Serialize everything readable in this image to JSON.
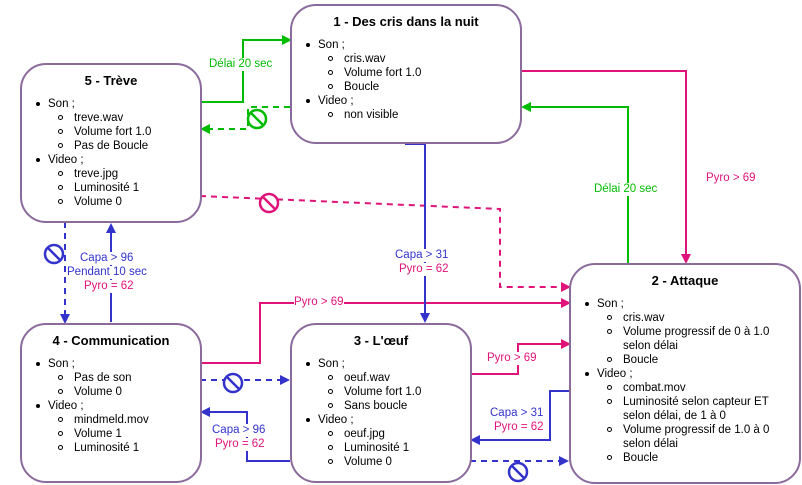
{
  "colors": {
    "green": "#00bb00",
    "pink": "#e0137a",
    "blue": "#3333cc",
    "node_border": "#8b6a9c"
  },
  "nodes": {
    "n1": {
      "title": "1 - Des cris dans la nuit",
      "sections": [
        {
          "label": "Son ;",
          "items": [
            "cris.wav",
            "Volume fort 1.0",
            "Boucle"
          ]
        },
        {
          "label": "Video ;",
          "items": [
            "non visible"
          ]
        }
      ]
    },
    "n2": {
      "title": "2 - Attaque",
      "sections": [
        {
          "label": "Son ;",
          "items": [
            "cris.wav",
            "Volume progressif de 0 à 1.0 selon délai",
            "Boucle"
          ]
        },
        {
          "label": "Video ;",
          "items": [
            "combat.mov",
            "Luminosité selon capteur ET selon délai, de 1 à 0",
            "Volume progressif de 1.0 à 0 selon délai",
            "Boucle"
          ]
        }
      ]
    },
    "n3": {
      "title": "3 - L'œuf",
      "sections": [
        {
          "label": "Son ;",
          "items": [
            "oeuf.wav",
            "Volume fort 1.0",
            "Sans boucle"
          ]
        },
        {
          "label": "Video ;",
          "items": [
            "oeuf.jpg",
            "Luminosité 1",
            "Volume 0"
          ]
        }
      ]
    },
    "n4": {
      "title": "4 - Communication",
      "sections": [
        {
          "label": "Son ;",
          "items": [
            "Pas de son",
            "Volume 0"
          ]
        },
        {
          "label": "Video ;",
          "items": [
            "mindmeld.mov",
            "Volume 1",
            "Luminosité 1"
          ]
        }
      ]
    },
    "n5": {
      "title": "5 - Trève",
      "sections": [
        {
          "label": "Son ;",
          "items": [
            "treve.wav",
            "Volume fort 1.0",
            "Pas de Boucle"
          ]
        },
        {
          "label": "Video ;",
          "items": [
            "treve.jpg",
            "Luminosité 1",
            "Volume 0"
          ]
        }
      ]
    }
  },
  "labels": {
    "delai_5_1": "Délai 20 sec",
    "delai_2_1": "Délai 20 sec",
    "pyro_1_2": "Pyro > 69",
    "capa_1_3_a": "Capa  > 31",
    "capa_1_3_b": "Pyro = 62",
    "capa_4_5_a": "Capa > 96",
    "capa_4_5_b": "Pendant 10 sec",
    "capa_4_5_c": "Pyro = 62",
    "pyro_4_2": "Pyro > 69",
    "pyro_3_2": "Pyro > 69",
    "capa_2_3_a": "Capa  > 31",
    "capa_2_3_b": "Pyro = 62",
    "capa_3_4_a": "Capa > 96",
    "capa_3_4_b": "Pyro = 62"
  }
}
